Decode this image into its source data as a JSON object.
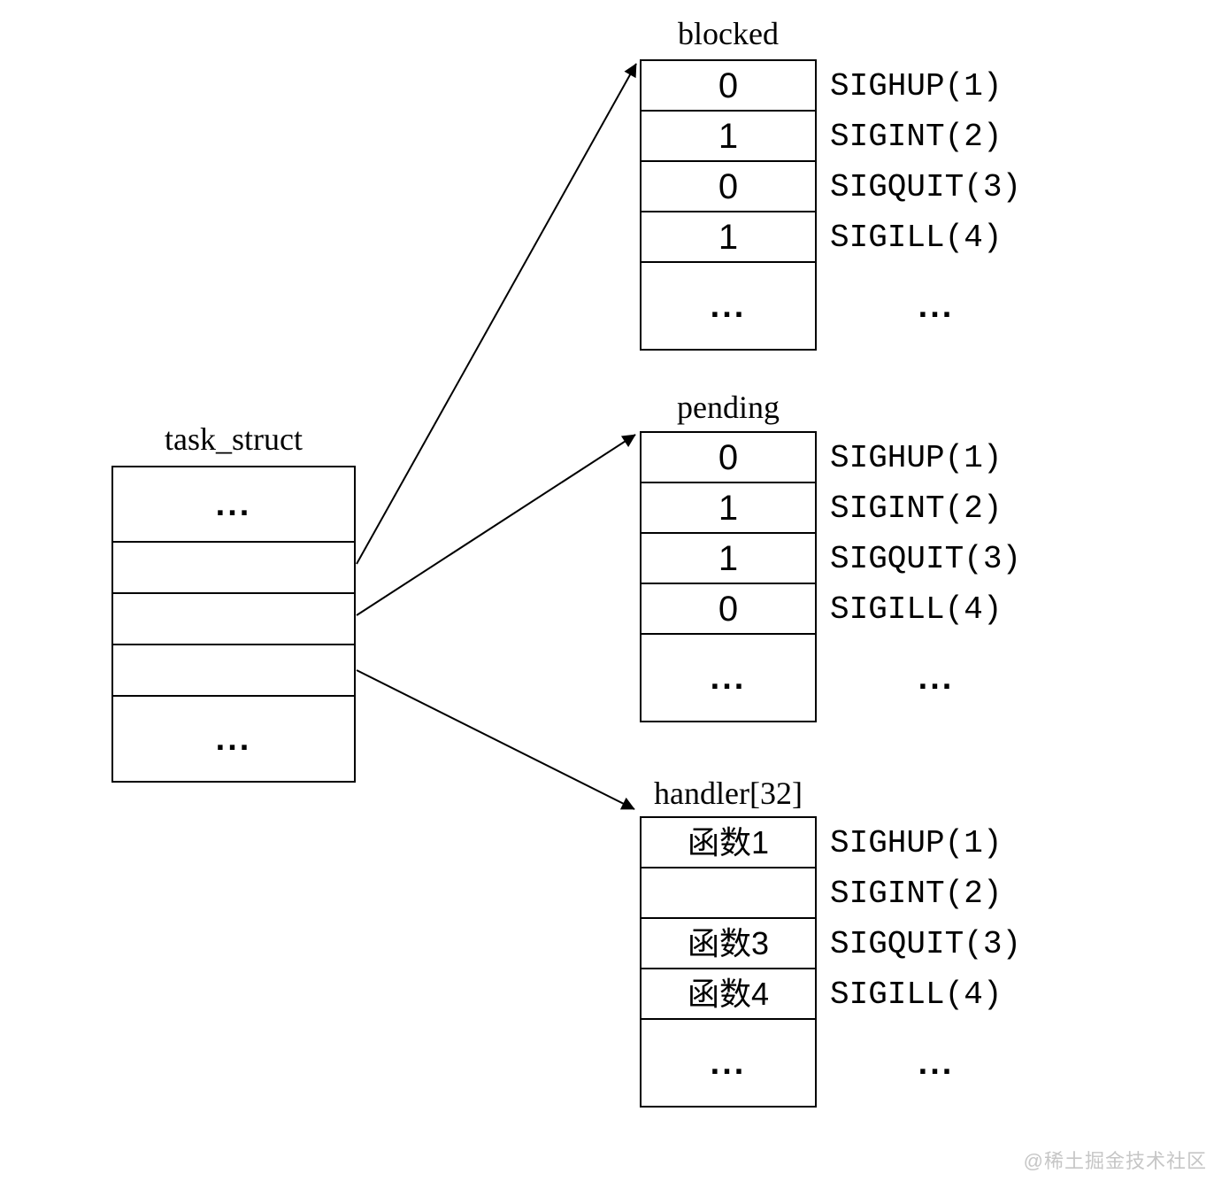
{
  "diagram": {
    "task_struct": {
      "title": "task_struct",
      "rows": [
        "...",
        "",
        "",
        "",
        "..."
      ]
    },
    "tables": [
      {
        "id": "blocked",
        "title": "blocked",
        "cells": [
          "0",
          "1",
          "0",
          "1",
          "..."
        ],
        "labels": [
          "SIGHUP(1)",
          "SIGINT(2)",
          "SIGQUIT(3)",
          "SIGILL(4)",
          "..."
        ]
      },
      {
        "id": "pending",
        "title": "pending",
        "cells": [
          "0",
          "1",
          "1",
          "0",
          "..."
        ],
        "labels": [
          "SIGHUP(1)",
          "SIGINT(2)",
          "SIGQUIT(3)",
          "SIGILL(4)",
          "..."
        ]
      },
      {
        "id": "handler",
        "title": "handler[32]",
        "cells": [
          "函数1",
          "",
          "函数3",
          "函数4",
          "..."
        ],
        "labels": [
          "SIGHUP(1)",
          "SIGINT(2)",
          "SIGQUIT(3)",
          "SIGILL(4)",
          "..."
        ]
      }
    ],
    "connections": [
      {
        "from": "task_struct",
        "to": "blocked"
      },
      {
        "from": "task_struct",
        "to": "pending"
      },
      {
        "from": "task_struct",
        "to": "handler[32]"
      }
    ]
  },
  "watermark": "@稀土掘金技术社区"
}
